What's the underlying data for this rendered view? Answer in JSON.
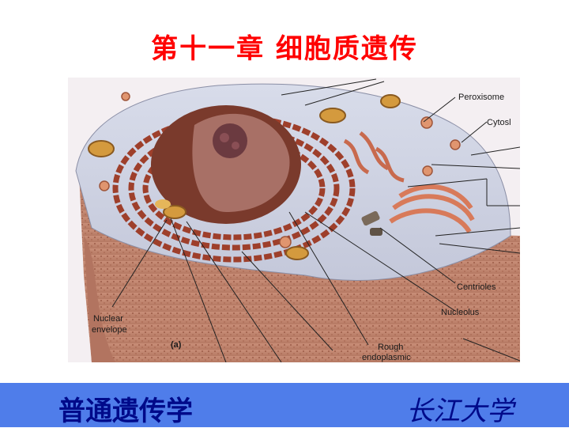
{
  "slide": {
    "title": "第十一章  细胞质遗传"
  },
  "figure": {
    "labels": {
      "peroxisome": "Peroxisome",
      "cytosol": "Cytosl",
      "centrioles": "Centrioles",
      "nucleolus": "Nucleolus",
      "nuclear_envelope_1": "Nuclear",
      "nuclear_envelope_2": "envelope",
      "panel": "(a)",
      "rough_er_1": "Rough",
      "rough_er_2": "endoplasmic"
    }
  },
  "footer": {
    "course": "普通遗传学",
    "university": "长江大学"
  },
  "colors": {
    "title": "#ff0000",
    "footer_bar": "#4f7dea",
    "footer_text": "#000a8a"
  }
}
